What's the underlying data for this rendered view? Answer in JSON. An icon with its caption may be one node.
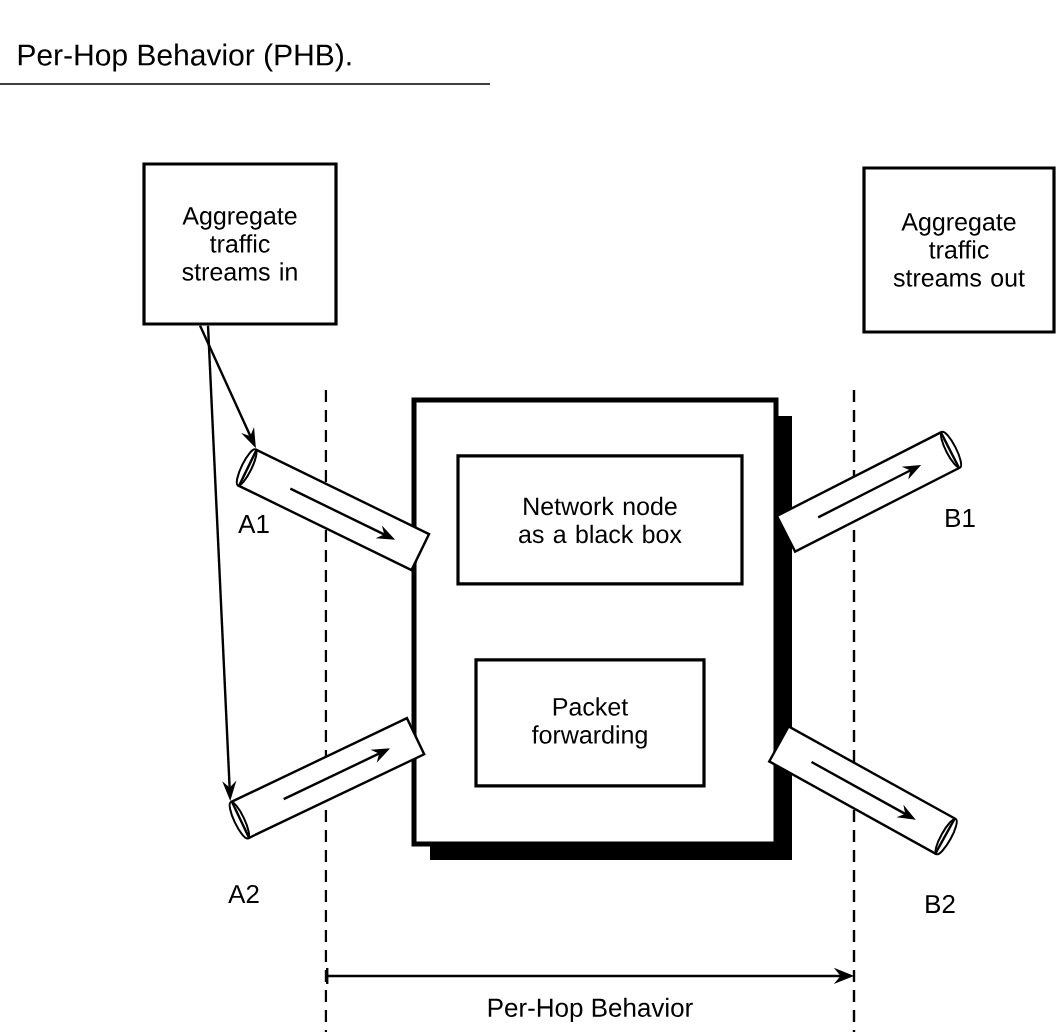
{
  "diagram": {
    "title": "Per-Hop Behavior (PHB).",
    "nodes": [
      {
        "text": [
          "Aggregate traffic streams in"
        ]
      },
      {
        "text": [
          "Aggregate traffic streams out"
        ]
      },
      {
        "text": [],
        "shape": "box"
      },
      {
        "text": [
          "Network node as a black box"
        ],
        "in": 2
      },
      {
        "text": [
          "Packet forwarding"
        ],
        "in": 2
      },
      {
        "text": [],
        "shape": "cylinder",
        "beside": [
          "A1"
        ]
      },
      {
        "text": [],
        "shape": "cylinder",
        "beside": [
          "A2"
        ]
      },
      {
        "text": [],
        "shape": "cylinder",
        "beside": [
          "B1"
        ]
      },
      {
        "text": [],
        "shape": "cylinder",
        "beside": [
          "B2"
        ]
      }
    ],
    "edges": [
      {
        "from": 0,
        "to": 5,
        "arrow": "to"
      },
      {
        "from": 0,
        "to": 6,
        "arrow": "to"
      }
    ],
    "labels": [
      "Per-Hop Behavior"
    ]
  }
}
